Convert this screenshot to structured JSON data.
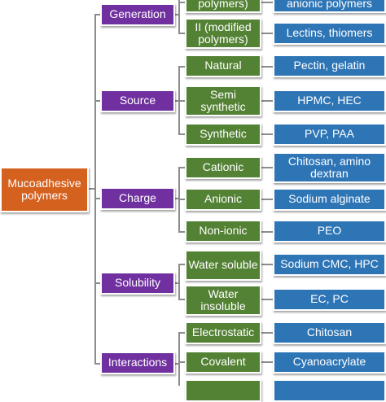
{
  "root": "Mucoadhesive polymers",
  "categories": [
    {
      "label": "Generation",
      "items": [
        {
          "type": "polymers)",
          "example": "anionic polymers"
        },
        {
          "type": "II (modified polymers)",
          "example": "Lectins, thiomers"
        }
      ]
    },
    {
      "label": "Source",
      "items": [
        {
          "type": "Natural",
          "example": "Pectin, gelatin"
        },
        {
          "type": "Semi synthetic",
          "example": "HPMC, HEC"
        },
        {
          "type": "Synthetic",
          "example": "PVP, PAA"
        }
      ]
    },
    {
      "label": "Charge",
      "items": [
        {
          "type": "Cationic",
          "example": "Chitosan, amino dextran"
        },
        {
          "type": "Anionic",
          "example": "Sodium alginate"
        },
        {
          "type": "Non-ionic",
          "example": "PEO"
        }
      ]
    },
    {
      "label": "Solubility",
      "items": [
        {
          "type": "Water soluble",
          "example": "Sodium CMC, HPC"
        },
        {
          "type": "Water insoluble",
          "example": "EC, PC"
        }
      ]
    },
    {
      "label": "Interactions",
      "items": [
        {
          "type": "Electrostatic",
          "example": "Chitosan"
        },
        {
          "type": "Covalent",
          "example": "Cyanoacrylate"
        }
      ]
    }
  ]
}
